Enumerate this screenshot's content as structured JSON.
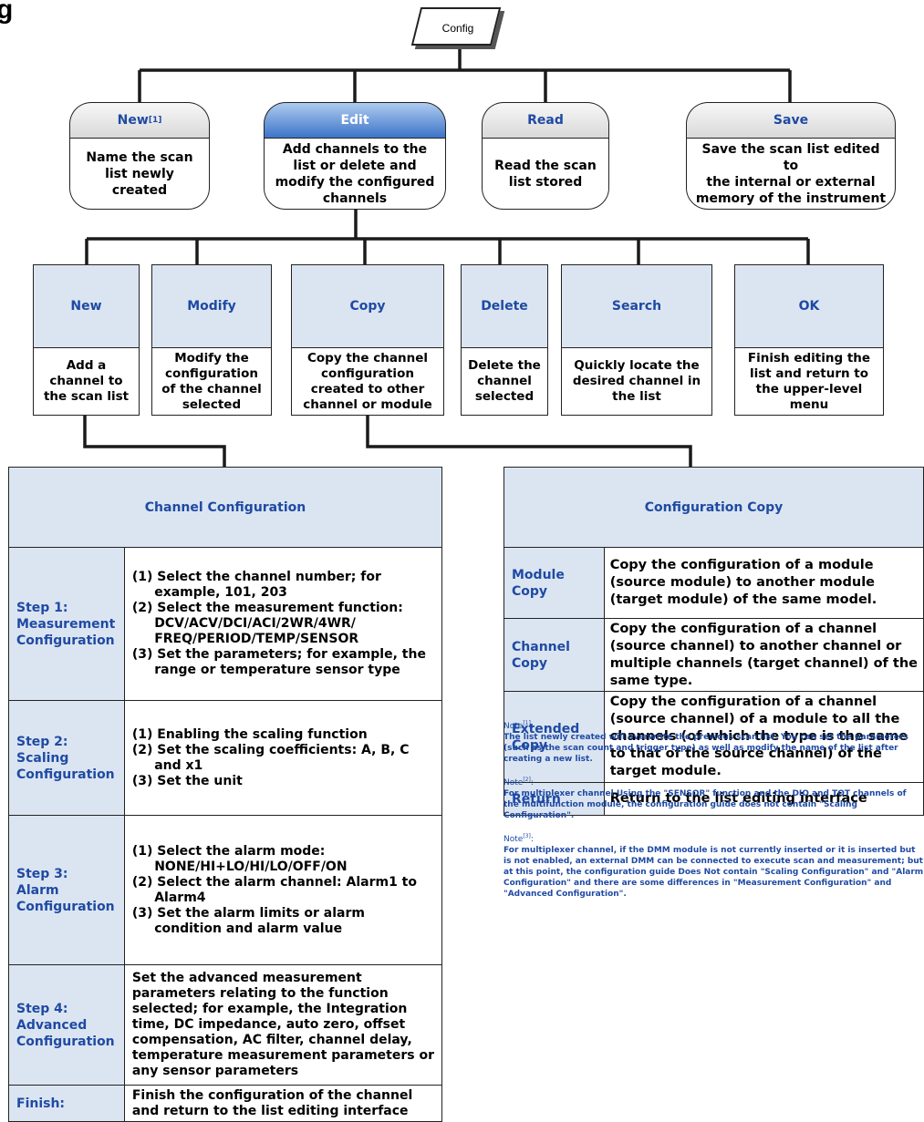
{
  "page": {
    "heading": "g"
  },
  "root": {
    "label": "Config"
  },
  "top_menu": [
    {
      "title": "New",
      "sup": "[1]",
      "text": "Name the scan\nlist newly\ncreated"
    },
    {
      "title": "Edit",
      "sup": "",
      "text": "Add channels to the\nlist or delete and\nmodify the configured\nchannels"
    },
    {
      "title": "Read",
      "sup": "",
      "text": "Read the scan\nlist stored"
    },
    {
      "title": "Save",
      "sup": "",
      "text": "Save the scan list edited to\nthe internal or external\nmemory of the instrument"
    }
  ],
  "edit_menu": [
    {
      "title": "New",
      "text": "Add a\nchannel to\nthe scan list"
    },
    {
      "title": "Modify",
      "text": "Modify the\nconfiguration\nof the channel\nselected"
    },
    {
      "title": "Copy",
      "text": "Copy the channel\nconfiguration\ncreated to other\nchannel or module"
    },
    {
      "title": "Delete",
      "text": "Delete the\nchannel\nselected"
    },
    {
      "title": "Search",
      "text": "Quickly locate the\ndesired channel in\nthe list"
    },
    {
      "title": "OK",
      "text": "Finish editing the\nlist and return to\nthe upper-level\nmenu"
    }
  ],
  "channel_config": {
    "title": "Channel Configuration",
    "rows": [
      {
        "label": "Step 1:\nMeasurement\nConfiguration",
        "text": "(1) Select the channel number; for\n     example, 101, 203\n(2) Select the measurement function:\n     DCV/ACV/DCI/ACI/2WR/4WR/\n     FREQ/PERIOD/TEMP/SENSOR\n(3) Set the parameters; for example, the\n     range or temperature sensor type"
      },
      {
        "label": "Step 2:\nScaling\nConfiguration",
        "text": "(1) Enabling the scaling function\n(2) Set the scaling coefficients: A, B, C\n     and x1\n(3) Set the unit"
      },
      {
        "label": "Step 3:\nAlarm\nConfiguration",
        "text": "(1) Select the alarm mode:\n     NONE/HI+LO/HI/LO/OFF/ON\n(2) Select the alarm channel: Alarm1 to\n     Alarm4\n(3) Set the alarm limits or alarm\n     condition and alarm value"
      },
      {
        "label": "Step 4:\nAdvanced\nConfiguration",
        "text": "Set the advanced measurement\nparameters relating to the function\nselected; for example, the Integration\ntime, DC impedance, auto zero, offset\ncompensation, AC filter, channel delay,\ntemperature measurement parameters or\nany sensor parameters"
      },
      {
        "label": "Finish:",
        "text": "Finish the configuration of the channel\nand return to the list editing interface"
      }
    ]
  },
  "config_copy": {
    "title": "Configuration Copy",
    "rows": [
      {
        "label": "Module\nCopy",
        "text": "Copy the configuration of a module\n(source module) to another module\n(target module) of the same model."
      },
      {
        "label": "Channel\nCopy",
        "text": "Copy the configuration of a channel\n(source channel) to another channel or\nmultiple channels (target channel) of the\nsame type."
      },
      {
        "label": "Extended\nCopy",
        "text": "Copy the configuration of a channel\n(source channel) of a module to all the\nchannels (of which the type is the same\nto that of the source channel) of the\ntarget module."
      },
      {
        "label": "Return",
        "text": "Return to the list editing interface"
      }
    ]
  },
  "notes": [
    {
      "head": "Note",
      "sup": "[1]",
      "tail": ":",
      "body": "The list newly created will overwrite the previous scan list. You can set the parameters (such as the scan count and trigger type) as well as modify the name of the list after creating a new list."
    },
    {
      "head": "Note",
      "sup": "[2]",
      "tail": ":",
      "body": "For multiplexer channel Using the \"SENSOR\" function and the DIO and TOT channels of the multifunction module, the configuration guide does not contain \"Scaling Configuration\"."
    },
    {
      "head": "Note",
      "sup": "[3]",
      "tail": ":",
      "body": "For multiplexer channel, if the DMM module is not currently inserted or it is inserted but is not enabled, an external DMM can be connected to execute scan and measurement; but at this point, the configuration guide Does Not contain \"Scaling Configuration\" and \"Alarm Configuration\" and there are some differences in \"Measurement Configuration\" and \"Advanced Configuration\"."
    }
  ]
}
